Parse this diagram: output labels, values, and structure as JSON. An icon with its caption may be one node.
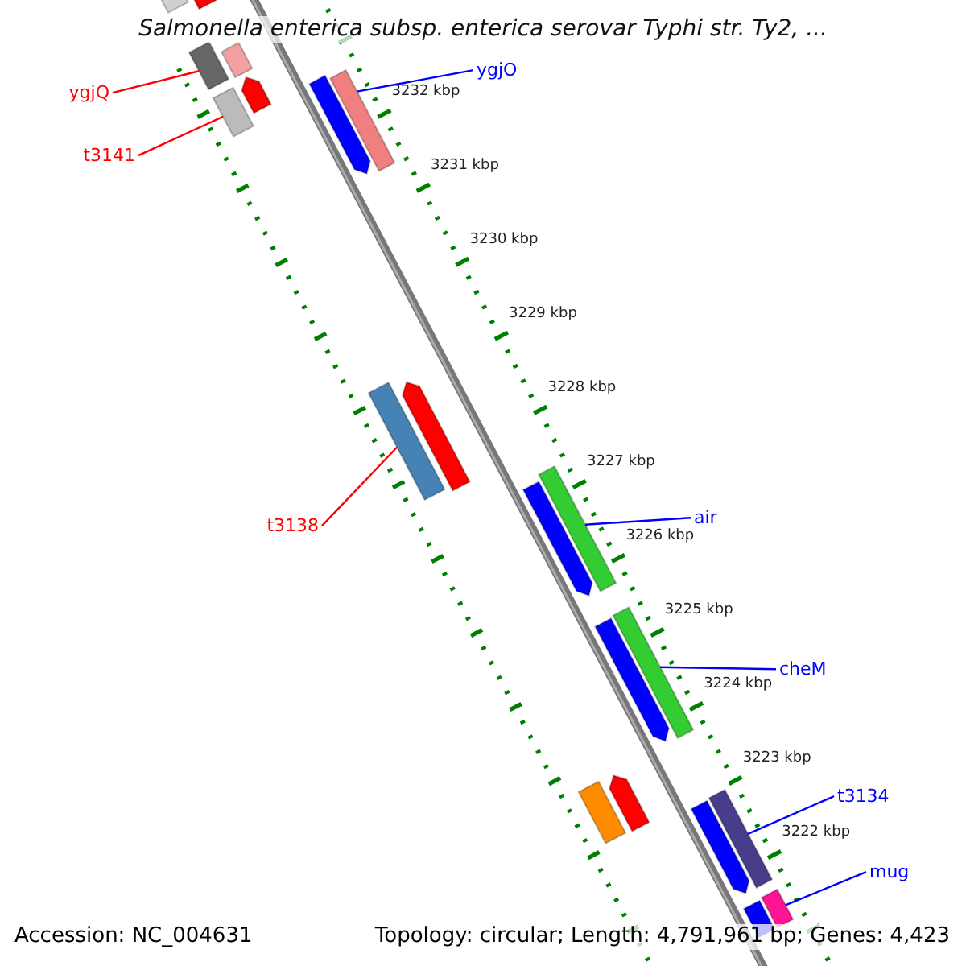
{
  "diagram": {
    "title": "Salmonella enterica subsp. enterica serovar Typhi str. Ty2, ...",
    "nodes": [
      {
        "text": [],
        "shape": "bar"
      },
      {
        "text": [],
        "shape": "bar"
      },
      {
        "text": [],
        "shape": "bar"
      },
      {
        "text": [
          "ygjO"
        ]
      },
      {
        "text": [
          "ygjQ"
        ]
      },
      {
        "text": [],
        "shape": "bar"
      },
      {
        "text": [],
        "shape": "bar"
      },
      {
        "text": [],
        "shape": "bar"
      },
      {
        "text": [
          "t3141"
        ]
      },
      {
        "text": [],
        "shape": "bar"
      },
      {
        "text": [],
        "shape": "bar"
      },
      {
        "text": [],
        "shape": "bar"
      },
      {
        "text": [],
        "shape": "bar"
      },
      {
        "text": [
          "t3138"
        ]
      },
      {
        "text": [
          "air"
        ]
      },
      {
        "text": [],
        "shape": "bar"
      },
      {
        "text": [],
        "shape": "bar"
      },
      {
        "text": [
          "cheM"
        ]
      },
      {
        "text": [],
        "shape": "bar"
      },
      {
        "text": [],
        "shape": "bar"
      },
      {
        "text": [
          "t3134"
        ]
      },
      {
        "text": [],
        "shape": "bar"
      },
      {
        "text": [],
        "shape": "bar"
      },
      {
        "text": [],
        "shape": "bar"
      },
      {
        "text": [],
        "shape": "bar"
      },
      {
        "text": [
          "mug"
        ]
      },
      {
        "text": [],
        "shape": "bar"
      },
      {
        "text": [],
        "shape": "bar"
      }
    ],
    "edges": [
      {
        "from": 4,
        "to": 5,
        "arrow": "none",
        "color": "#ff0000"
      },
      {
        "from": 8,
        "to": 7,
        "arrow": "none",
        "color": "#ff0000"
      },
      {
        "from": 3,
        "to": 10,
        "arrow": "none",
        "color": "#0000ff"
      },
      {
        "from": 13,
        "to": 11,
        "arrow": "none",
        "color": "#ff0000"
      },
      {
        "from": 14,
        "to": 16,
        "arrow": "none",
        "color": "#0000ff"
      },
      {
        "from": 17,
        "to": 19,
        "arrow": "none",
        "color": "#0000ff"
      },
      {
        "from": 20,
        "to": 24,
        "arrow": "none",
        "color": "#0000ff"
      },
      {
        "from": 25,
        "to": 27,
        "arrow": "none",
        "color": "#0000ff"
      }
    ],
    "labels": [
      "3232 kbp",
      "3231 kbp",
      "3230 kbp",
      "3229 kbp",
      "3228 kbp",
      "3227 kbp",
      "3226 kbp",
      "3225 kbp",
      "3224 kbp",
      "3223 kbp",
      "3222 kbp",
      "Accession: NC_004631",
      "Topology: circular; Length: 4,791,961 bp; Genes: 4,423"
    ]
  }
}
